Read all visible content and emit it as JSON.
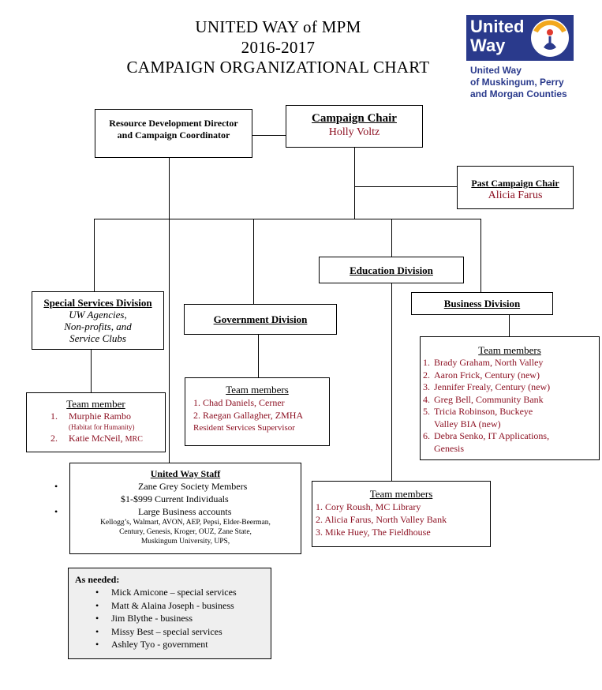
{
  "header": {
    "line1": "UNITED WAY of MPM",
    "line2": "2016-2017",
    "line3": "CAMPAIGN ORGANIZATIONAL CHART"
  },
  "logo": {
    "word1": "United",
    "word2": "Way",
    "sub1": "United Way",
    "sub2": "of Muskingum, Perry",
    "sub3": "and Morgan Counties",
    "brand_color": "#2a3a8c",
    "accent_color": "#f2a81d",
    "icon": "united-way-hand-icon"
  },
  "resource_director": {
    "line1": "Resource Development Director",
    "line2": "and Campaign Coordinator"
  },
  "campaign_chair": {
    "title": "Campaign Chair",
    "name": "Holly Voltz"
  },
  "past_chair": {
    "title": "Past Campaign Chair",
    "name": "Alicia Farus"
  },
  "education": {
    "title": "Education Division",
    "team_title": "Team members",
    "members": [
      "1. Cory Roush, MC Library",
      "2. Alicia Farus, North Valley Bank",
      "3. Mike Huey, The Fieldhouse"
    ]
  },
  "special_services": {
    "title": "Special Services Division",
    "desc1": "UW Agencies,",
    "desc2": "Non-profits, and",
    "desc3": "Service Clubs",
    "team_title": "Team member",
    "member1_num": "1.",
    "member1": "Murphie Rambo",
    "member1_note": "(Habitat for Humanity)",
    "member2_num": "2.",
    "member2": "Katie McNeil,",
    "member2_org": "MRC"
  },
  "government": {
    "title": "Government Division",
    "team_title": "Team members",
    "member1": "1. Chad Daniels, Cerner",
    "member2": "2. Raegan Gallagher, ZMHA",
    "member2_role": "Resident Services Supervisor"
  },
  "business": {
    "title": "Business Division",
    "team_title": "Team members",
    "members": [
      {
        "num": "1.",
        "l1": "Brady Graham, North Valley",
        "l2": ""
      },
      {
        "num": "2.",
        "l1": "Aaron Frick, Century (new)",
        "l2": ""
      },
      {
        "num": "3.",
        "l1": "Jennifer Frealy, Century (new)",
        "l2": ""
      },
      {
        "num": "4.",
        "l1": "Greg Bell, Community Bank",
        "l2": ""
      },
      {
        "num": "5.",
        "l1": "Tricia Robinson, Buckeye",
        "l2": "Valley BIA (new)"
      },
      {
        "num": "6.",
        "l1": "Debra Senko, IT Applications,",
        "l2": "Genesis"
      }
    ]
  },
  "staff": {
    "title": "United Way Staff",
    "item1": "Zane Grey Society Members",
    "item2": "$1-$999 Current Individuals",
    "item3": "Large Business accounts",
    "accounts1": "Kellogg’s, Walmart, AVON, AEP, Pepsi, Elder-Beerman,",
    "accounts2": "Century, Genesis, Kroger, OUZ, Zane State,",
    "accounts3": "Muskingum University, UPS,"
  },
  "as_needed": {
    "title": "As needed:",
    "items": [
      "Mick Amicone – special services",
      "Matt & Alaina Joseph - business",
      "Jim Blythe - business",
      "Missy Best – special services",
      "Ashley Tyo - government"
    ]
  }
}
